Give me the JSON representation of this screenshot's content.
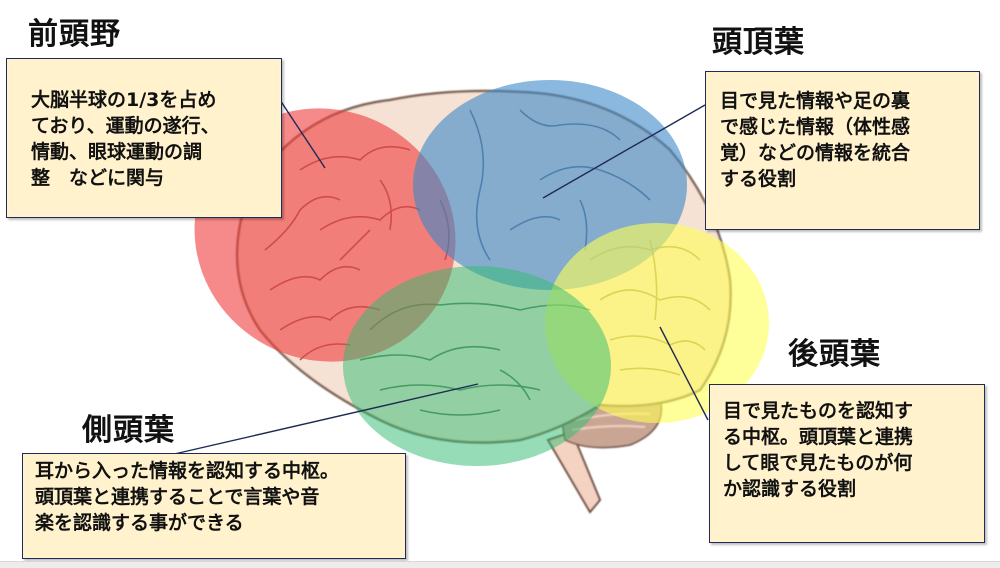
{
  "diagram": {
    "regions": [
      {
        "id": "frontal",
        "title": "前頭野",
        "lines": [
          "大脳半球の1/3を占め",
          "ており、運動の遂行、",
          "情動、眼球運動の調",
          "整　などに関与"
        ],
        "color": "#f05050"
      },
      {
        "id": "parietal",
        "title": "頭頂葉",
        "lines": [
          "目で見た情報や足の裏",
          "で感じた情報（体性感",
          "覚）などの情報を統合",
          "する役割"
        ],
        "color": "#5b9bd5"
      },
      {
        "id": "occipital",
        "title": "後頭葉",
        "lines": [
          "目で見たものを認知す",
          "る中枢。頭頂葉と連携",
          "して眼で見たものが何",
          "か認識する役割"
        ],
        "color": "#ffff66"
      },
      {
        "id": "temporal",
        "title": "側頭葉",
        "lines": [
          "耳から入った情報を認知する中枢。",
          "頭頂葉と連携することで言葉や音",
          "楽を認識する事ができる"
        ],
        "color": "#3cb371"
      }
    ],
    "box_fill": "#fff2cc",
    "box_border": "#1f2a55",
    "leader_color": "#1f2a55"
  }
}
